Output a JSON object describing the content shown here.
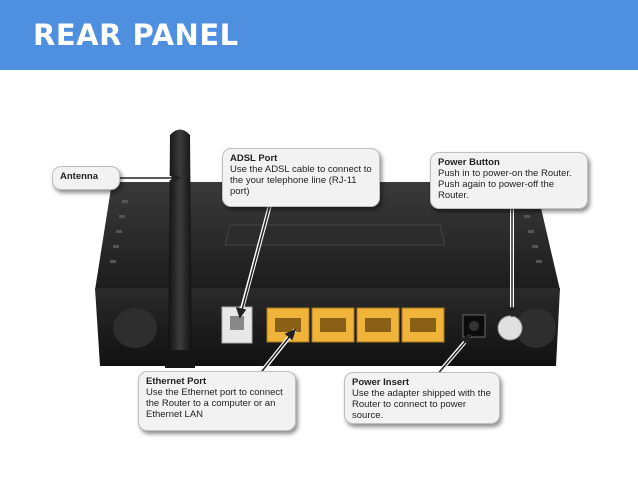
{
  "header": {
    "title": "REAR PANEL",
    "color": "#4f8fe0"
  },
  "callouts": {
    "antenna": {
      "title": "Antenna"
    },
    "adsl": {
      "title": "ADSL Port",
      "text": "Use the ADSL cable to connect to the your telephone line (RJ-11 port)"
    },
    "power_button": {
      "title": "Power Button",
      "text": "Push in to power-on the Router. Push again to power-off the Router."
    },
    "ethernet": {
      "title": "Ethernet Port",
      "text": "Use the Ethernet port to connect the Router to a computer or an Ethernet LAN"
    },
    "power_insert": {
      "title": "Power Insert",
      "text": "Use the adapter shipped with the Router to connect to power source."
    }
  }
}
